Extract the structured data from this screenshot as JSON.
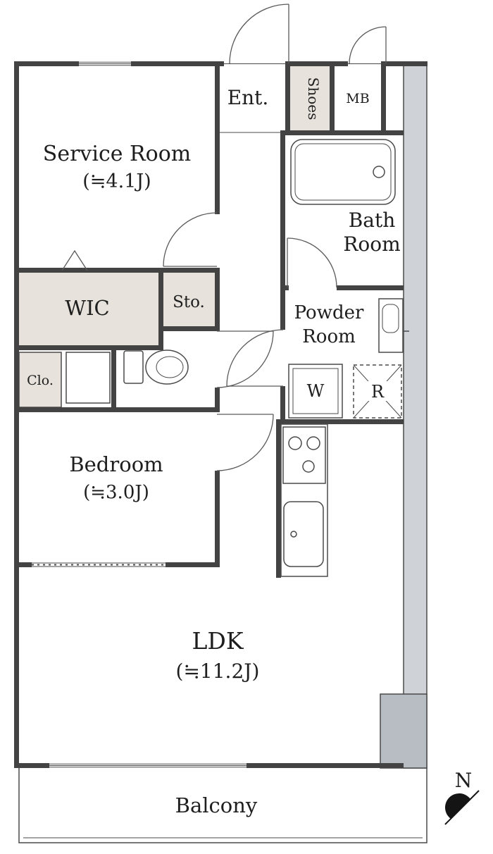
{
  "rooms": {
    "service": {
      "name": "Service Room",
      "size": "(≒4.1J)"
    },
    "entrance": {
      "label": "Ent."
    },
    "shoes": {
      "label": "Shoes"
    },
    "meter_box": {
      "label": "MB"
    },
    "bath": {
      "line1": "Bath",
      "line2": "Room"
    },
    "powder": {
      "line1": "Powder",
      "line2": "Room"
    },
    "wic": {
      "label": "WIC"
    },
    "storage": {
      "label": "Sto."
    },
    "closet": {
      "label": "Clo."
    },
    "washer": {
      "label": "W"
    },
    "fridge": {
      "label": "R"
    },
    "bedroom": {
      "name": "Bedroom",
      "size": "(≒3.0J)"
    },
    "ldk": {
      "name": "LDK",
      "size": "(≒11.2J)"
    },
    "balcony": {
      "label": "Balcony"
    }
  },
  "compass": {
    "label": "N"
  },
  "colors": {
    "wall": "#434343",
    "shade": "#e7e3dc",
    "strip": "#cfd3d8",
    "block": "#b8bdc4"
  }
}
